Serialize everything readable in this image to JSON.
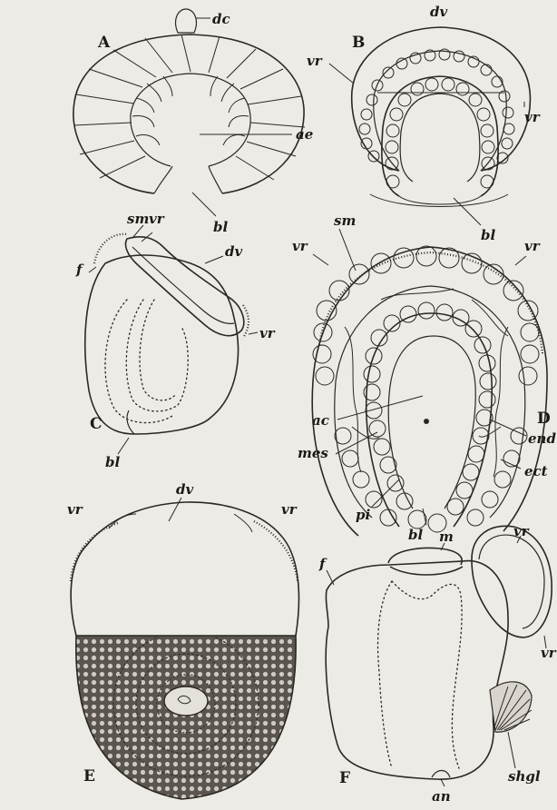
{
  "figures": {
    "A": {
      "letter": "A",
      "labels": {
        "dc": "dc",
        "ae": "ae",
        "bl": "bl"
      }
    },
    "B": {
      "letter": "B",
      "labels": {
        "dv": "dv",
        "vr_left": "vr",
        "vr_right": "vr",
        "bl": "bl"
      }
    },
    "C": {
      "letter": "C",
      "labels": {
        "sm": "sm",
        "vr_top": "vr",
        "f": "f",
        "dv": "dv",
        "vr_side": "vr",
        "bl": "bl"
      }
    },
    "D": {
      "letter": "D",
      "labels": {
        "sm": "sm",
        "vr_left": "vr",
        "vr_right": "vr",
        "ac": "ac",
        "end": "end",
        "mes": "mes",
        "ect": "ect",
        "pi": "pi",
        "bl": "bl"
      }
    },
    "E": {
      "letter": "E",
      "labels": {
        "dv": "dv",
        "vr_left": "vr",
        "vr_right": "vr"
      }
    },
    "F": {
      "letter": "F",
      "labels": {
        "f": "f",
        "m": "m",
        "vr_top": "vr",
        "vr_side": "vr",
        "shgl": "shgl",
        "an": "an"
      }
    }
  }
}
